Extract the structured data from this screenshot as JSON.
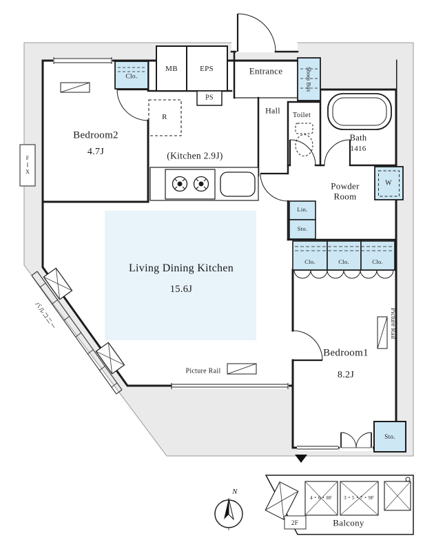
{
  "colors": {
    "wall": "#1b1b1b",
    "storage_fill": "#cde7f4",
    "ldk_fill": "#e8f3fa",
    "common_area_fill": "#eaeaea"
  },
  "rooms": {
    "bedroom2": {
      "name": "Bedroom2",
      "size": "4.7J"
    },
    "kitchen": {
      "label": "(Kitchen 2.9J)"
    },
    "living": {
      "name": "Living Dining Kitchen",
      "size": "15.6J"
    },
    "bedroom1": {
      "name": "Bedroom1",
      "size": "8.2J"
    },
    "entrance": {
      "label": "Entrance"
    },
    "hall": {
      "label": "Hall"
    },
    "toilet": {
      "label": "Toilet"
    },
    "bath": {
      "name": "Bath",
      "size": "1416"
    },
    "powder_room": {
      "label": "Powder Room"
    },
    "balcony": {
      "label": "Balcony"
    }
  },
  "storage": {
    "bedroom2_closet": "Clo.",
    "shoes_box": "Shoes Box",
    "washer": "W",
    "linen": "Lin.",
    "hall_storage": "Sto.",
    "closet_1": "Clo.",
    "closet_2": "Clo.",
    "closet_3": "Clo.",
    "bedroom1_storage": "Sto."
  },
  "service": {
    "mb": "MB",
    "eps": "EPS",
    "ps": "PS",
    "refrigerator": "R"
  },
  "marks": {
    "fix_window": "FIX",
    "picture_rail_living": "Picture Rail",
    "picture_rail_bedroom1": "Picture Rail",
    "north": "N",
    "balcony_floors_a": "4・6・8F",
    "balcony_floors_b": "3・5・7・9F",
    "balcony_floor_2f": "2F",
    "side_balcony": "バルコニー"
  }
}
